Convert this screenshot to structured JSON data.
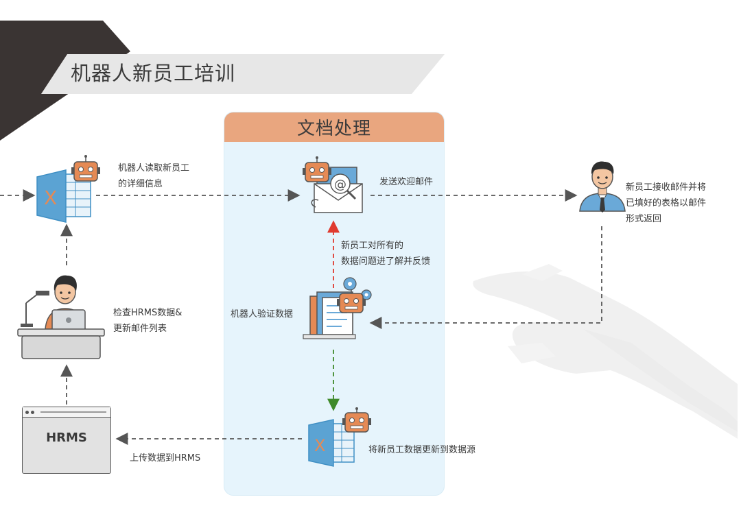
{
  "title": "机器人新员工培训",
  "panel": {
    "title": "文档处理"
  },
  "labels": {
    "read_info": "机器人读取新员工\n的详细信息",
    "send_email": "发送欢迎邮件",
    "employee_reply": "新员工接收邮件并将\n已填好的表格以邮件\n形式返回",
    "feedback": "新员工对所有的\n数据问题进了解并反馈",
    "verify": "机器人验证数据",
    "check_hrms": "检查HRMS数据&\n更新邮件列表",
    "update_source": "将新员工数据更新到数据源",
    "upload_hrms": "上传数据到HRMS"
  },
  "hrms_window": {
    "label": "HRMS"
  },
  "excel_mark": "X",
  "colors": {
    "accent_orange": "#e58a55",
    "panel_bg": "#e6f4fc",
    "panel_header": "#e9a67f",
    "excel_blue": "#3f8fc4",
    "arrow_dark": "#555555",
    "arrow_red": "#e03a2f",
    "arrow_green": "#3f8a2a",
    "dark_corner": "#3a3433"
  },
  "icons": [
    "robot-icon",
    "excel-icon",
    "email-icon",
    "person-icon",
    "desk-person-icon",
    "document-stack-icon",
    "hrms-window-icon",
    "robot-hand-watermark"
  ]
}
